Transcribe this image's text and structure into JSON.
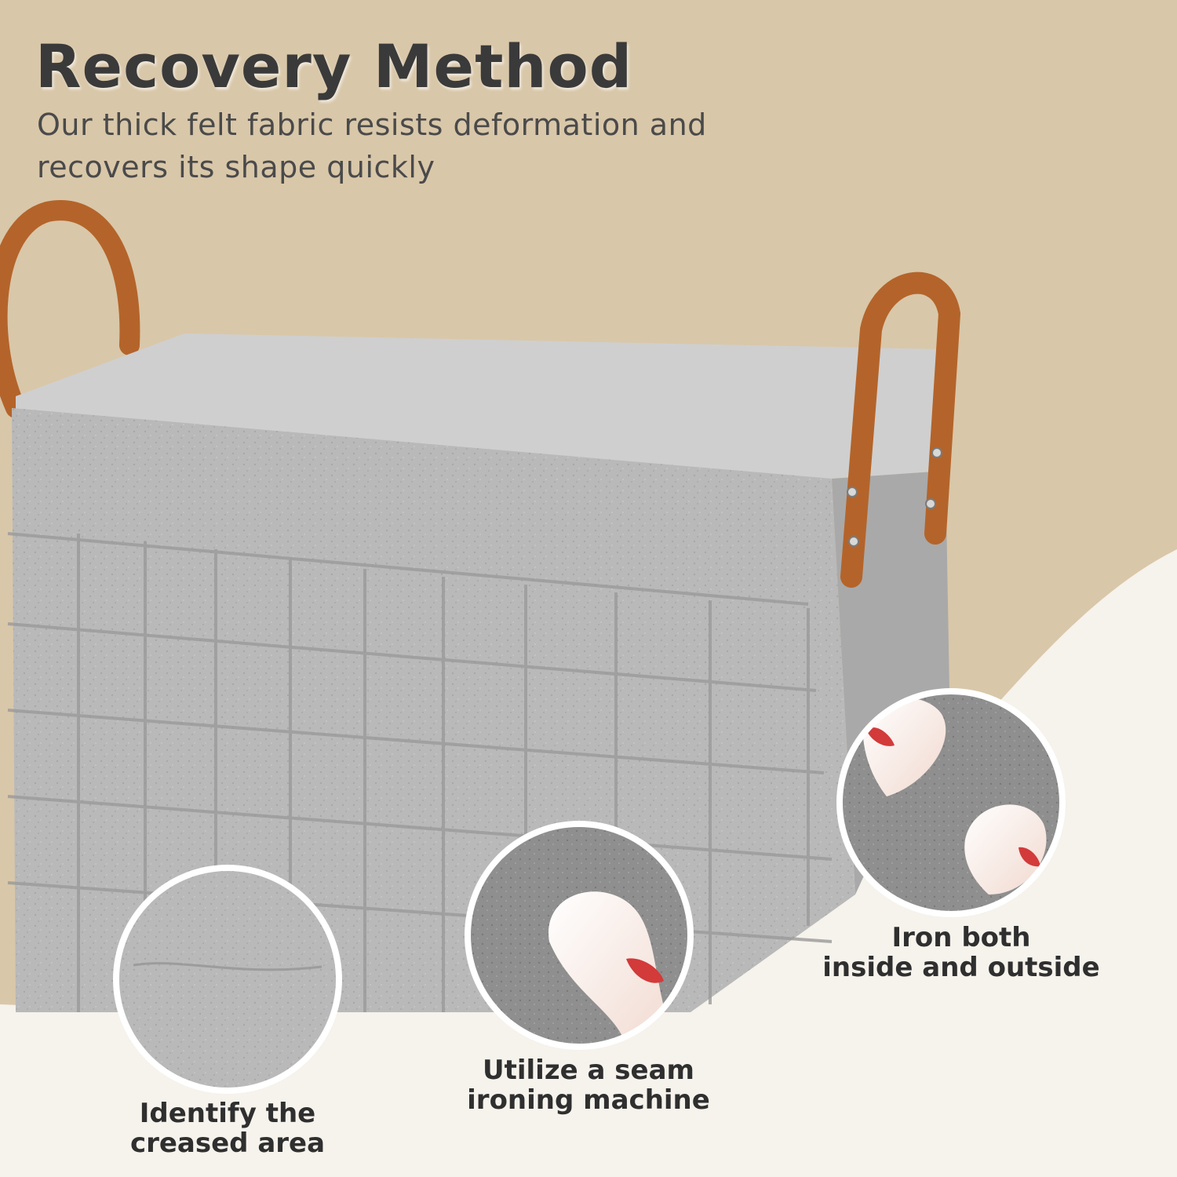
{
  "header": {
    "title": "Recovery Method",
    "subtitle_line1": "Our thick felt fabric resists deformation and",
    "subtitle_line2": "recovers its shape quickly"
  },
  "steps": [
    {
      "line1": "Identify the",
      "line2": "creased area"
    },
    {
      "line1": "Utilize a seam",
      "line2": "ironing machine"
    },
    {
      "line1": "Iron both",
      "line2": "inside and outside"
    }
  ],
  "colors": {
    "background_top": "#d9c7a9",
    "background_bottom": "#f6f2ec",
    "felt": "#b9b9b9",
    "leather_handle": "#b4642a",
    "iron_tip": "#d33a3a"
  }
}
